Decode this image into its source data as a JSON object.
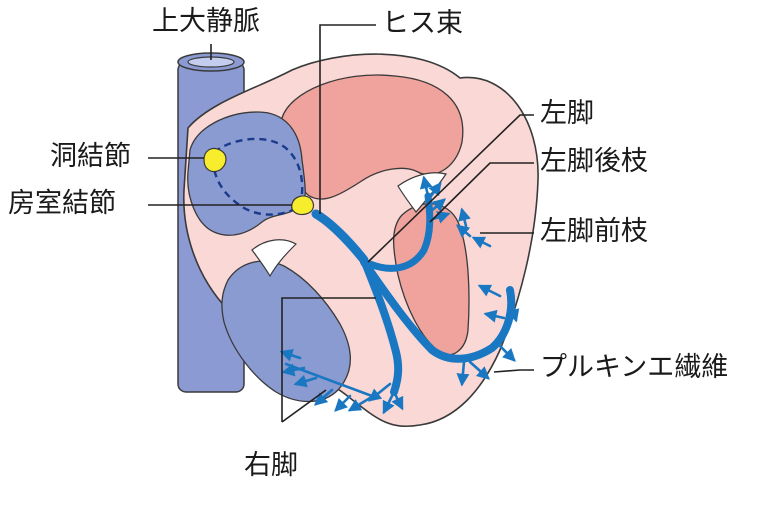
{
  "labels": {
    "svc": "上大静脈",
    "sa_node": "洞結節",
    "av_node": "房室結節",
    "his": "ヒス束",
    "left_bundle": "左脚",
    "left_posterior": "左脚後枝",
    "left_anterior": "左脚前枝",
    "purkinje": "プルキンエ繊維",
    "right_bundle": "右脚"
  },
  "colors": {
    "heart_outer": "#f9d8d6",
    "heart_stroke": "#3a3a3a",
    "septum_muscle": "#f0a29c",
    "atrium_blue": "#8a9bd2",
    "vena_cava": "#8b9ad3",
    "conduction": "#1a78c2",
    "node_yellow": "#f7ed2c",
    "leader_line": "#222222"
  }
}
